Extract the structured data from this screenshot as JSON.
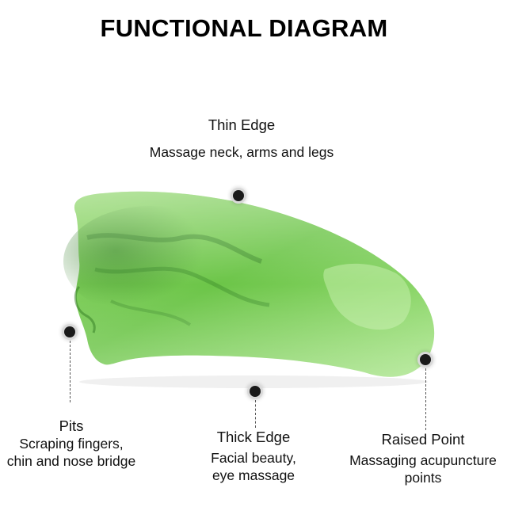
{
  "title": "FUNCTIONAL DIAGRAM",
  "callouts": {
    "thin_edge": {
      "head": "Thin Edge",
      "desc": "Massage neck, arms and legs"
    },
    "pits": {
      "head": "Pits",
      "desc_line1": "Scraping fingers,",
      "desc_line2": "chin and nose bridge"
    },
    "thick_edge": {
      "head": "Thick Edge",
      "desc_line1": "Facial beauty,",
      "desc_line2": "eye massage"
    },
    "raised_point": {
      "head": "Raised Point",
      "desc_line1": "Massaging acupuncture",
      "desc_line2": "points"
    }
  },
  "colors": {
    "stone_light": "#9fe07a",
    "stone_mid": "#6fc64a",
    "stone_dark": "#2f7a22",
    "marker": "#1a1a1a"
  }
}
